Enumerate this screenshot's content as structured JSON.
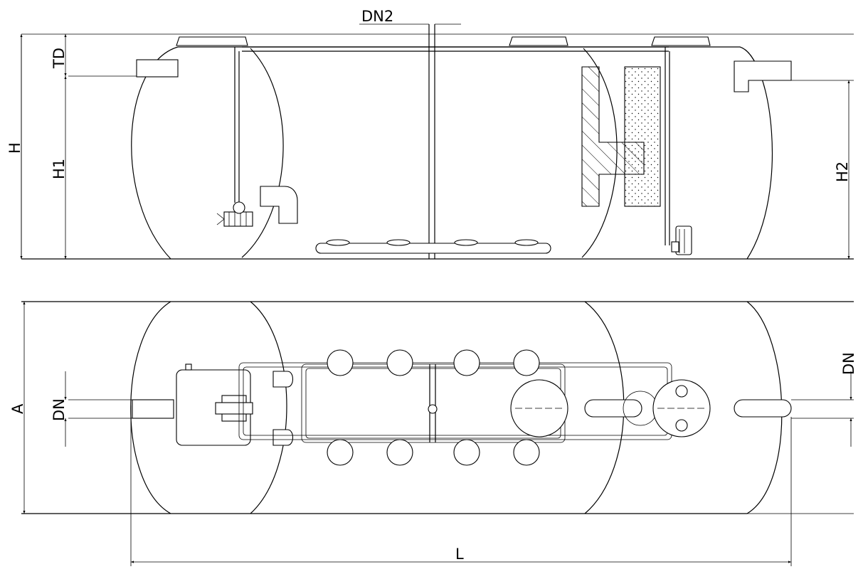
{
  "labels": {
    "dn2": "DN2",
    "td": "TD",
    "h": "H",
    "h1": "H1",
    "h2": "H2",
    "a": "A",
    "dn_left": "DN",
    "dn_right": "DN",
    "l": "L"
  }
}
